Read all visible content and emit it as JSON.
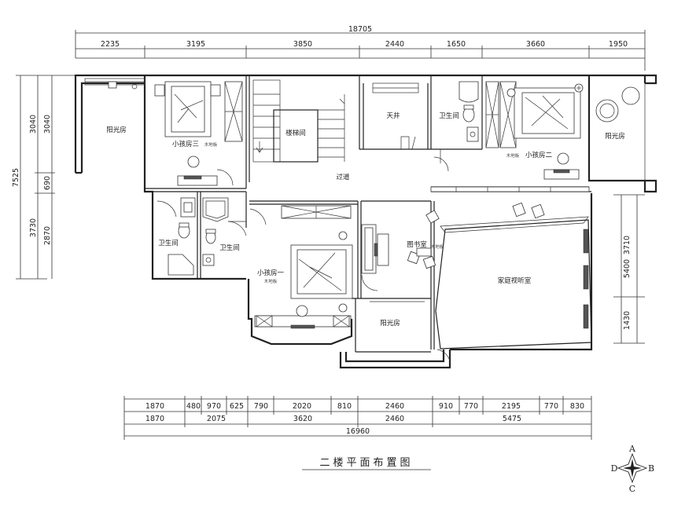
{
  "title": "二楼平面布置图",
  "top_dims": {
    "total": "18705",
    "segments": [
      "2235",
      "3195",
      "3850",
      "2440",
      "1650",
      "3660",
      "1950"
    ]
  },
  "bottom_dims": {
    "row1": [
      "1870",
      "480",
      "970",
      "625",
      "790",
      "2020",
      "810",
      "2460",
      "910",
      "770",
      "2195",
      "770",
      "830"
    ],
    "row2": [
      "1870",
      "2075",
      "3620",
      "2460",
      "5475"
    ],
    "total": "16960"
  },
  "left_dims": {
    "total": "7525",
    "outer": [
      "3040",
      "3730"
    ],
    "inner": [
      "3040",
      "690",
      "2870"
    ]
  },
  "right_dims": [
    "3710",
    "5400",
    "1430"
  ],
  "rooms": {
    "sunroom_left": "阳光房",
    "kids_room_3": "小孩房三",
    "stairwell": "楼梯间",
    "skylight": "天井",
    "bath_upper": "卫生间",
    "kids_room_2": "小孩房二",
    "balcony_right": "阳光房",
    "corridor": "过道",
    "bath_left": "卫生间",
    "laundry": "卫生间",
    "kids_room_1": "小孩房一",
    "study": "图书室",
    "sunroom_bottom": "阳光房",
    "family_hall": "家庭视听室"
  },
  "room_subs": {
    "kids_room_3": "木地板",
    "kids_room_2": "木地板",
    "kids_room_1": "木地板",
    "study": "木地板"
  },
  "compass": {
    "a": "A",
    "b": "B",
    "c": "C",
    "d": "D"
  }
}
